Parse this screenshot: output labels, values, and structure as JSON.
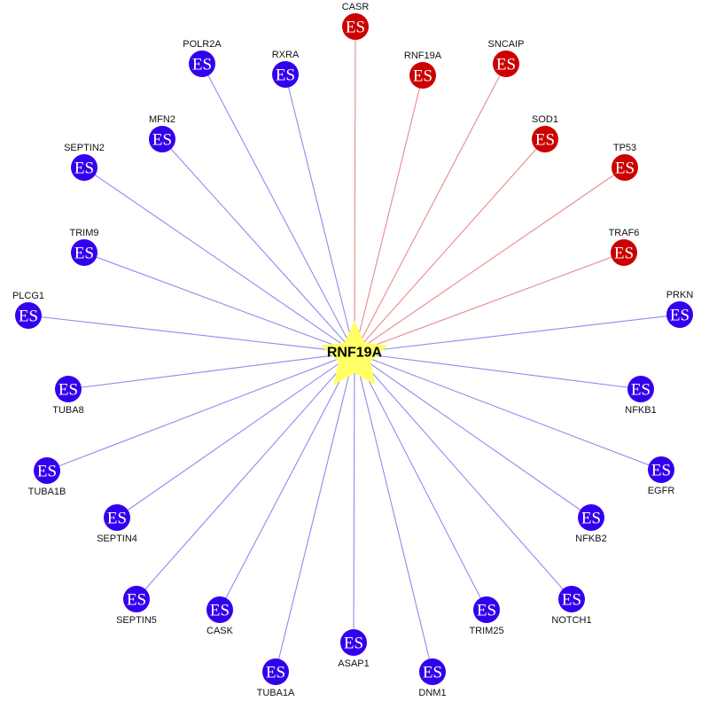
{
  "diagram": {
    "type": "star-network",
    "hub": {
      "label": "RNF19A",
      "color": "#ffff66"
    },
    "node_glyph": "ES",
    "colors": {
      "red_node": "#cc0000",
      "blue_node": "#3300ee",
      "red_edge": "#e88a8a",
      "blue_edge": "#8c8cf0",
      "label": "#111111"
    },
    "nodes": [
      {
        "label": "CASR",
        "group": "red"
      },
      {
        "label": "RNF19A",
        "group": "red"
      },
      {
        "label": "SNCAIP",
        "group": "red"
      },
      {
        "label": "SOD1",
        "group": "red"
      },
      {
        "label": "TP53",
        "group": "red"
      },
      {
        "label": "TRAF6",
        "group": "red"
      },
      {
        "label": "PRKN",
        "group": "blue"
      },
      {
        "label": "NFKB1",
        "group": "blue"
      },
      {
        "label": "EGFR",
        "group": "blue"
      },
      {
        "label": "NFKB2",
        "group": "blue"
      },
      {
        "label": "NOTCH1",
        "group": "blue"
      },
      {
        "label": "TRIM25",
        "group": "blue"
      },
      {
        "label": "DNM1",
        "group": "blue"
      },
      {
        "label": "ASAP1",
        "group": "blue"
      },
      {
        "label": "TUBA1A",
        "group": "blue"
      },
      {
        "label": "CASK",
        "group": "blue"
      },
      {
        "label": "SEPTIN5",
        "group": "blue"
      },
      {
        "label": "SEPTIN4",
        "group": "blue"
      },
      {
        "label": "TUBA1B",
        "group": "blue"
      },
      {
        "label": "TUBA8",
        "group": "blue"
      },
      {
        "label": "PLCG1",
        "group": "blue"
      },
      {
        "label": "TRIM9",
        "group": "blue"
      },
      {
        "label": "SEPTIN2",
        "group": "blue"
      },
      {
        "label": "MFN2",
        "group": "blue"
      },
      {
        "label": "POLR2A",
        "group": "blue"
      },
      {
        "label": "RXRA",
        "group": "blue"
      }
    ]
  }
}
